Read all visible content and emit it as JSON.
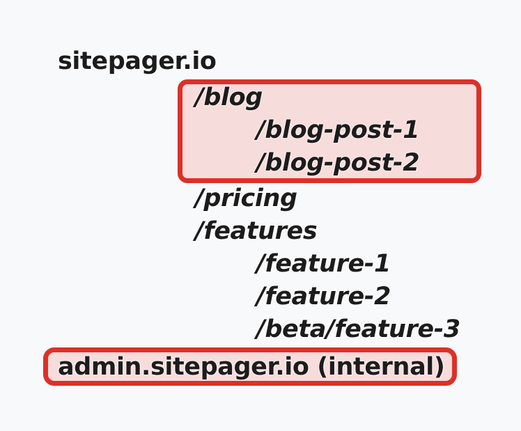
{
  "page": {
    "background_color": "#f8f9fb",
    "text_color": "#1c1c1c",
    "highlight_fill": "#f7dcdc",
    "highlight_border": "#dc3028"
  },
  "sitemap": {
    "root": {
      "label": "sitepager.io"
    },
    "nodes": [
      {
        "label": "/blog",
        "depth": 1,
        "highlighted": true
      },
      {
        "label": "/blog-post-1",
        "depth": 2,
        "highlighted": true
      },
      {
        "label": "/blog-post-2",
        "depth": 2,
        "highlighted": true
      },
      {
        "label": "/pricing",
        "depth": 1,
        "highlighted": false
      },
      {
        "label": "/features",
        "depth": 1,
        "highlighted": false
      },
      {
        "label": "/feature-1",
        "depth": 2,
        "highlighted": false
      },
      {
        "label": "/feature-2",
        "depth": 2,
        "highlighted": false
      },
      {
        "label": "/beta/feature-3",
        "depth": 2,
        "highlighted": false
      }
    ],
    "secondary_host": {
      "label": "admin.sitepager.io (internal)",
      "highlighted": true
    }
  }
}
